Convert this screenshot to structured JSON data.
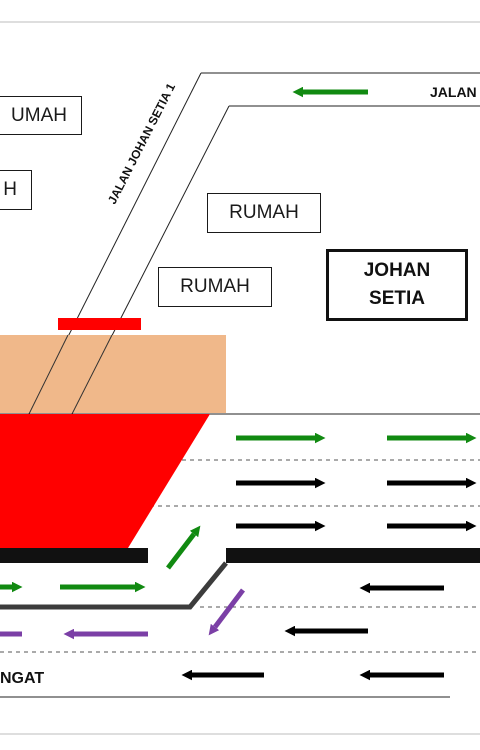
{
  "roads": {
    "top_road_label": "JALAN",
    "diagonal_road_label": "JALAN JOHAN SETIA 1",
    "bottom_road_label": "NGAT"
  },
  "buildings": [
    {
      "label": "UMAH"
    },
    {
      "label": "H"
    },
    {
      "label": "RUMAH"
    },
    {
      "label": "RUMAH"
    }
  ],
  "estate": {
    "line1": "JOHAN",
    "line2": "SETIA"
  },
  "colors": {
    "main_flow_arrow": "#118a11",
    "diverted_flow_arrow": "#7b3fa6",
    "traffic_arrow": "#000000",
    "work_zone": "#ff0000",
    "buffer_zone": "#f0b88a",
    "barrier_dark": "#111111",
    "barrier_grey": "#3c3c3c"
  },
  "icons": {
    "arrow": "arrow-icon"
  }
}
